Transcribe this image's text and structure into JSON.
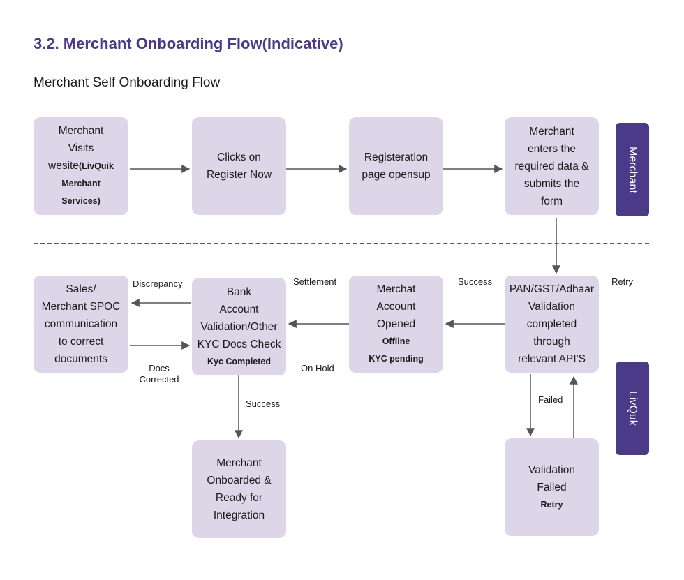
{
  "section_title": "3.2. Merchant Onboarding Flow(Indicative)",
  "flow_title": "Merchant Self Onboarding Flow",
  "lanes": {
    "merchant": "Merchant",
    "livquik": "LivQuk"
  },
  "nodes": {
    "visit_website": {
      "lines": [
        "Merchant",
        "Visits"
      ],
      "line3_prefix": "wesite",
      "line3_note": "(LivQuik",
      "notes": [
        "Merchant",
        "Services)"
      ]
    },
    "register": {
      "lines": [
        "Clicks on",
        "Register Now"
      ]
    },
    "registration_page": {
      "lines": [
        "Registeration",
        "page opensup"
      ]
    },
    "submit_form": {
      "lines": [
        "Merchant",
        "enters the",
        "required data &",
        "submits the",
        "form"
      ]
    },
    "validation": {
      "lines": [
        "PAN/GST/Adhaar",
        "Validation",
        "completed",
        "through",
        "relevant API'S"
      ]
    },
    "account_opened": {
      "lines": [
        "Merchat",
        "Account",
        "Opened"
      ],
      "notes": [
        "Offline",
        "KYC pending"
      ]
    },
    "bank_validation": {
      "lines": [
        "Bank",
        "Account",
        "Validation/Other",
        "KYC Docs Check"
      ],
      "notes": [
        "Kyc Completed"
      ]
    },
    "sales_spoc": {
      "lines": [
        "Sales/",
        "Merchant SPOC",
        "communication",
        "to correct",
        "documents"
      ]
    },
    "onboarded": {
      "lines": [
        "Merchant",
        "Onboarded &",
        "Ready for",
        "Integration"
      ]
    },
    "validation_failed": {
      "lines": [
        "Validation",
        "Failed"
      ],
      "notes": [
        "Retry"
      ]
    }
  },
  "edge_labels": {
    "success_validation": "Success",
    "retry": "Retry",
    "settlement": "Settlement",
    "on_hold": "On Hold",
    "discrepancy": "Discrepancy",
    "docs_corrected": [
      "Docs",
      "Corrected"
    ],
    "success_onboard": "Success",
    "failed": "Failed"
  },
  "colors": {
    "heading": "#4a3a87",
    "node_fill": "#ddd5e8",
    "lane_fill": "#4a3a87",
    "arrow": "#555555",
    "divider": "#5b4e98"
  }
}
